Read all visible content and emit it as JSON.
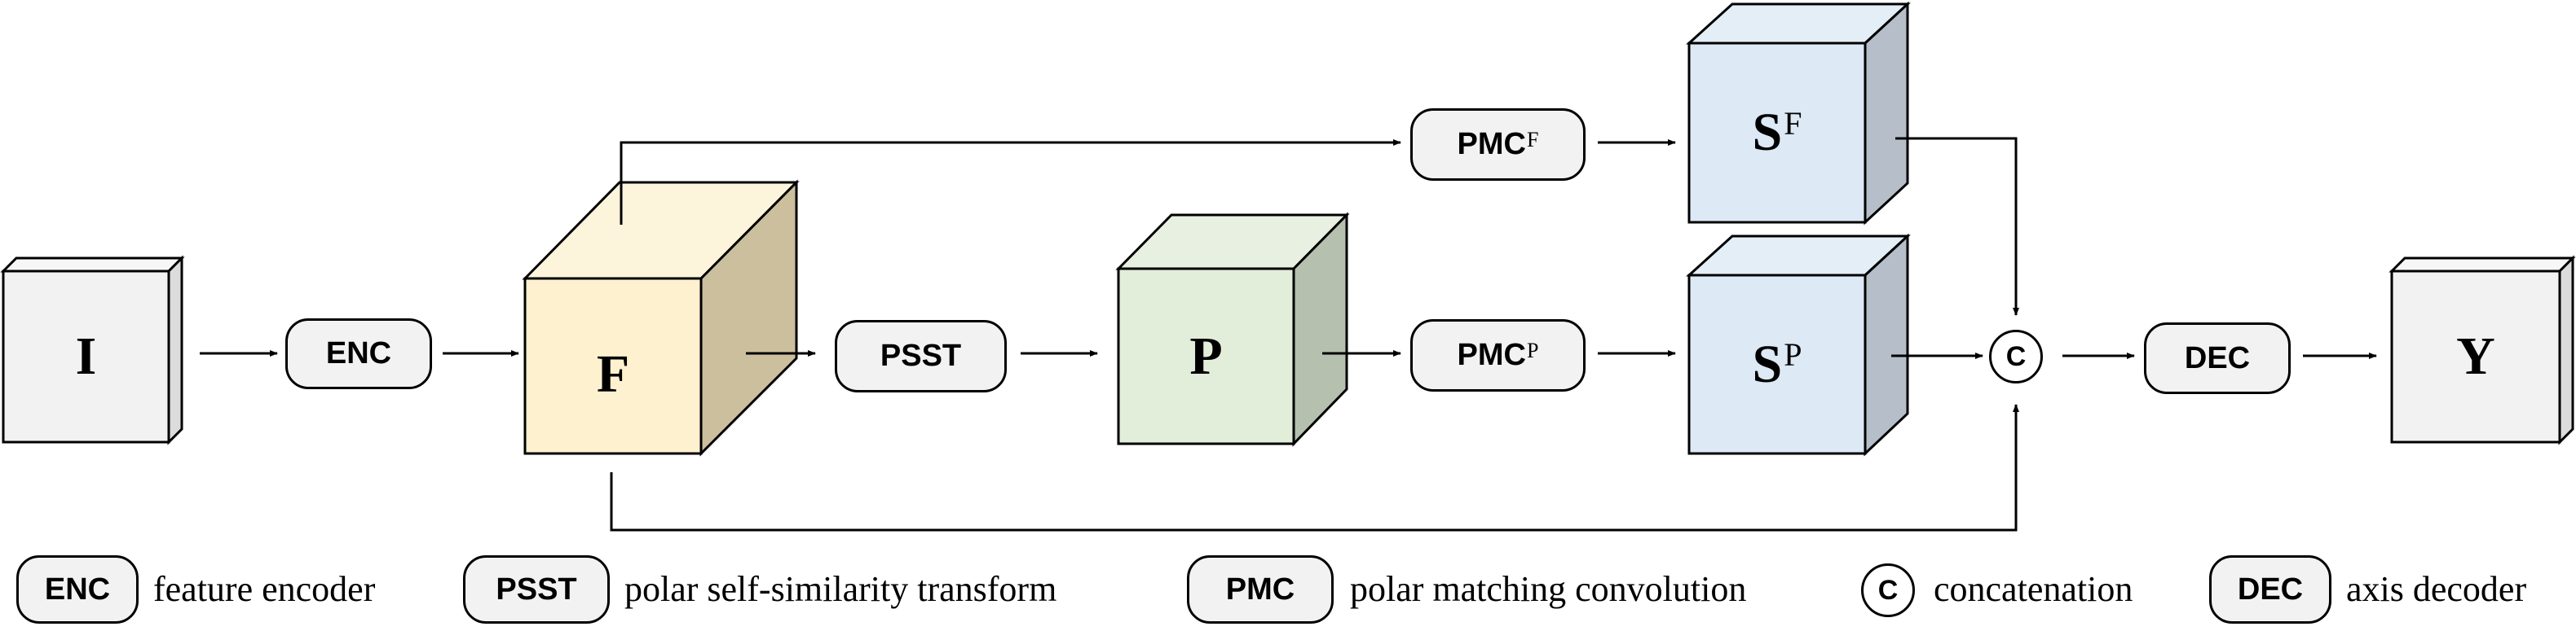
{
  "nodes": {
    "input": "I",
    "features": "F",
    "polar": "P",
    "sim_f_base": "S",
    "sim_f_sup": "F",
    "sim_p_base": "S",
    "sim_p_sup": "P",
    "output": "Y"
  },
  "ops": {
    "enc": "ENC",
    "psst": "PSST",
    "pmc_f_base": "PMC",
    "pmc_f_sup": "F",
    "pmc_p_base": "PMC",
    "pmc_p_sup": "P",
    "concat": "C",
    "dec": "DEC"
  },
  "legend": [
    {
      "key": "ENC",
      "text": "feature encoder"
    },
    {
      "key": "PSST",
      "text": "polar self-similarity transform"
    },
    {
      "key": "PMC",
      "text": "polar matching convolution"
    },
    {
      "key": "C",
      "text": "concatenation"
    },
    {
      "key": "DEC",
      "text": "axis decoder"
    }
  ],
  "colors": {
    "input_front": "#f2f2f2",
    "input_top": "#f7f7f7",
    "input_side": "#dcdcdc",
    "f_front": "#fdf1d0",
    "f_top": "#fdf4dc",
    "f_side": "#ccbf9e",
    "p_front": "#e2edda",
    "p_top": "#e8f1e1",
    "p_side": "#b6c0ae",
    "s_front": "#dde9f5",
    "s_top": "#e4eef7",
    "s_side": "#b6bfc9"
  }
}
